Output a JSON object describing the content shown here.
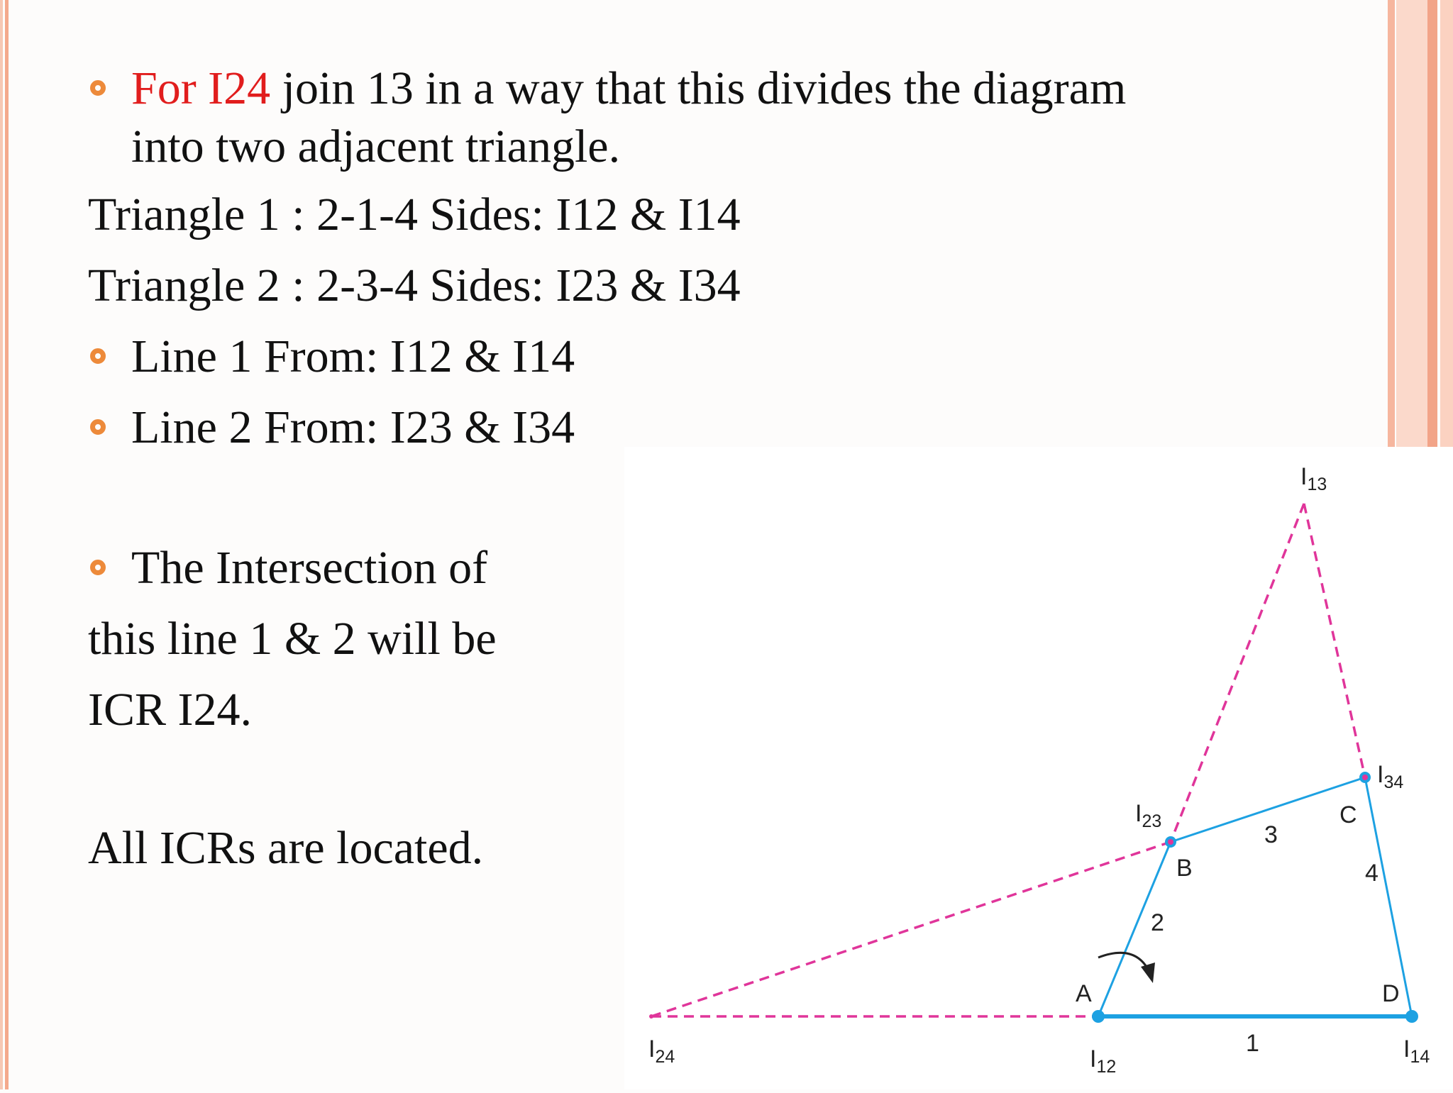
{
  "bullets": {
    "b1_highlight": "For I24",
    "b1_rest": " join 13 in a way that this divides the diagram",
    "b1_cont": "into two adjacent triangle."
  },
  "triangle1": "Triangle 1 : 2-1-4 Sides: I12 & I14",
  "triangle2": "Triangle 2 : 2-3-4 Sides: I23 & I34",
  "line1": "Line 1 From: I12 & I14",
  "line2": "Line 2 From: I23 & I34",
  "intersection": {
    "l1": "The Intersection of",
    "l2": "this line 1 & 2 will be",
    "l3": "ICR I24."
  },
  "conclusion": "All ICRs are located.",
  "diagram": {
    "points": {
      "I12": {
        "main": "I",
        "sub": "12"
      },
      "I14": {
        "main": "I",
        "sub": "14"
      },
      "I13": {
        "main": "I",
        "sub": "13"
      },
      "I23": {
        "main": "I",
        "sub": "23"
      },
      "I34": {
        "main": "I",
        "sub": "34"
      },
      "I24": {
        "main": "I",
        "sub": "24"
      }
    },
    "joint_labels": {
      "A": "A",
      "B": "B",
      "C": "C",
      "D": "D"
    },
    "link_labels": {
      "l1": "1",
      "l2": "2",
      "l3": "3",
      "l4": "4"
    },
    "colors": {
      "link": "#1da1e2",
      "construction": "#e0359a",
      "bullet": "#ed8a3a",
      "highlight": "#e11d1d"
    }
  }
}
